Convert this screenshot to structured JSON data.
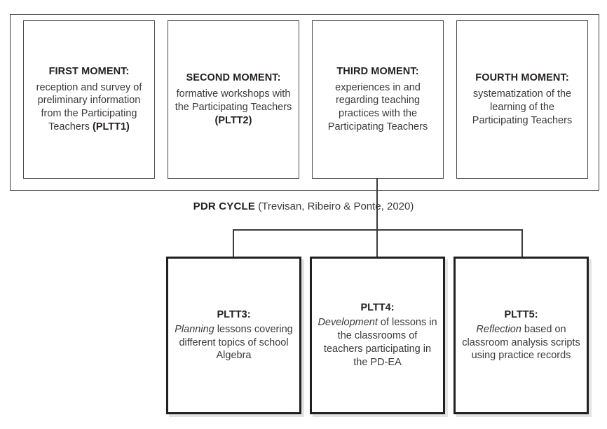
{
  "diagram": {
    "title": "PD-EA formative process moments and PDR cycle",
    "colors": {
      "background": "#ffffff",
      "text": "#231f20",
      "body_text": "#3a3a3c",
      "thin_border": "#4a4a4d",
      "thick_border": "#231f20",
      "connector": "#3b3b3d",
      "shadow": "#e3e3e5"
    }
  },
  "top_group": {
    "moments": [
      {
        "id": "first-moment",
        "title": "FIRST MOMENT:",
        "body_lines": [
          "reception and",
          "survey of",
          "preliminary",
          "information from",
          "the Participating",
          "Teachers"
        ],
        "code": "(PLTT1)",
        "body_text": "reception and survey of preliminary information from the Participating Teachers",
        "full_text": "FIRST MOMENT: reception and survey of preliminary information from the Participating Teachers (PLTT1)"
      },
      {
        "id": "second-moment",
        "title": "SECOND MOMENT:",
        "title_lines": [
          "SECOND",
          "MOMENT:"
        ],
        "body_lines": [
          "formative",
          "workshops",
          "with the",
          "Participating",
          "Teachers"
        ],
        "code": "(PLTT2)",
        "body_text": "formative workshops with the Participating Teachers",
        "full_text": "SECOND MOMENT: formative workshops with the Participating Teachers (PLTT2)"
      },
      {
        "id": "third-moment",
        "title": "THIRD MOMENT:",
        "body_lines": [
          "experiences in",
          "and regarding",
          "teaching",
          "practices with",
          "the Participating",
          "Teachers"
        ],
        "code": "",
        "body_text": "experiences in and regarding teaching practices with the Participating Teachers",
        "full_text": "THIRD MOMENT: experiences in and regarding teaching practices with the Participating Teachers"
      },
      {
        "id": "fourth-moment",
        "title": "FOURTH MOMENT:",
        "title_lines": [
          "FOURTH",
          "MOMENT:"
        ],
        "body_lines": [
          "systematization",
          "of the learning",
          "of the",
          "Participating",
          "Teachers"
        ],
        "code": "",
        "body_text": "systematization of the learning of the Participating Teachers",
        "full_text": "FOURTH MOMENT: systematization of the learning of the Participating Teachers"
      }
    ]
  },
  "connector_label": {
    "strong": "PDR CYCLE",
    "citation": " (Trevisan, Ribeiro & Ponte, 2020)",
    "full_text": "PDR CYCLE (Trevisan, Ribeiro & Ponte, 2020)"
  },
  "bottom_group": {
    "stages": [
      {
        "id": "pltt3",
        "title": "PLTT3:",
        "emphasis": "Planning",
        "body_lines": [
          "lessons",
          "covering",
          "different topics",
          "of school",
          "Algebra"
        ],
        "body_text": "lessons covering different topics of school Algebra",
        "full_text": "PLTT3: Planning lessons covering different topics of school Algebra"
      },
      {
        "id": "pltt4",
        "title": "PLTT4:",
        "emphasis": "Development",
        "body_lines": [
          "of lessons in the",
          "classrooms",
          "of teachers",
          "participating",
          "in the PD-EA"
        ],
        "body_text": "of lessons in the classrooms of teachers participating in the PD-EA",
        "full_text": "PLTT4: Development of lessons in the classrooms of teachers participating in the PD-EA"
      },
      {
        "id": "pltt5",
        "title": "PLTT5:",
        "emphasis": "Reflection",
        "body_lines": [
          "based on",
          "classroom",
          "analysis scripts",
          "using practice",
          "records"
        ],
        "body_text": "based on classroom analysis scripts using practice records",
        "full_text": "PLTT5: Reflection based on classroom analysis scripts using practice records"
      }
    ]
  }
}
